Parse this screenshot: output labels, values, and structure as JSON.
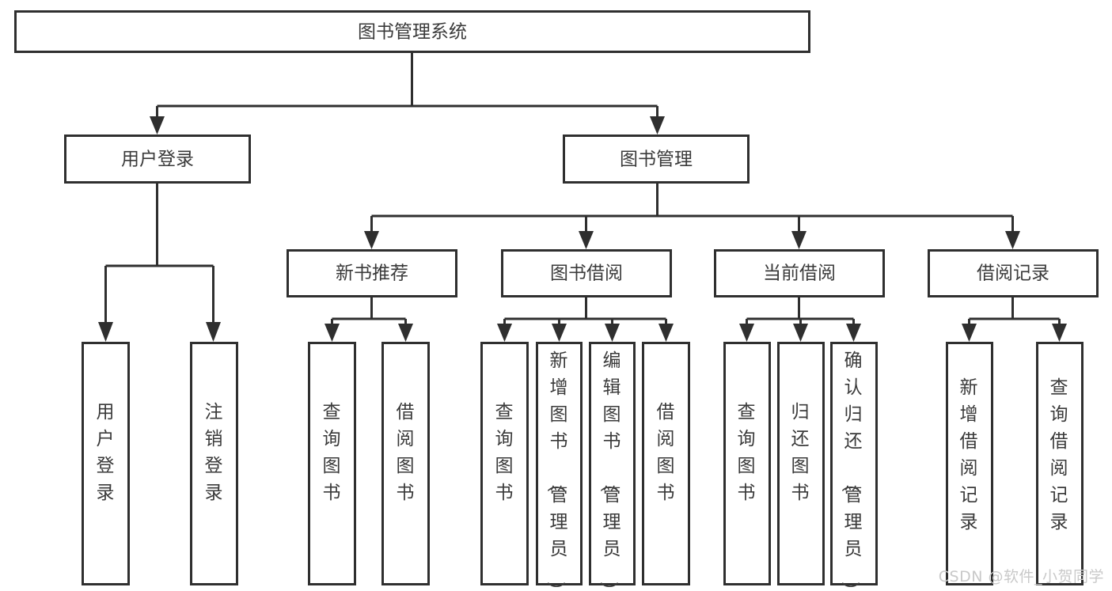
{
  "diagram": {
    "title": "图书管理系统",
    "type": "tree",
    "watermark": "CSDN @软件_小贺同学",
    "nodes": {
      "root": {
        "label": "图书管理系统"
      },
      "level2": [
        {
          "id": "user-login",
          "label": "用户登录"
        },
        {
          "id": "book-manage",
          "label": "图书管理"
        }
      ],
      "level3": [
        {
          "id": "new-book-recommend",
          "label": "新书推荐"
        },
        {
          "id": "book-borrow",
          "label": "图书借阅"
        },
        {
          "id": "current-borrow",
          "label": "当前借阅"
        },
        {
          "id": "borrow-record",
          "label": "借阅记录"
        }
      ],
      "leaves": {
        "user-login": [
          {
            "id": "leaf-user-login",
            "label": "用户登录"
          },
          {
            "id": "leaf-logout-login",
            "label": "注销登录"
          }
        ],
        "new-book-recommend": [
          {
            "id": "leaf-query-book-1",
            "label": "查询图书"
          },
          {
            "id": "leaf-borrow-book-1",
            "label": "借阅图书"
          }
        ],
        "book-borrow": [
          {
            "id": "leaf-query-book-2",
            "label": "查询图书"
          },
          {
            "id": "leaf-add-book-admin",
            "label": "新增图书（管理员）"
          },
          {
            "id": "leaf-edit-book-admin",
            "label": "编辑图书（管理员）"
          },
          {
            "id": "leaf-borrow-book-2",
            "label": "借阅图书"
          }
        ],
        "current-borrow": [
          {
            "id": "leaf-query-book-3",
            "label": "查询图书"
          },
          {
            "id": "leaf-return-book",
            "label": "归还图书"
          },
          {
            "id": "leaf-confirm-return-admin",
            "label": "确认归还（管理员）"
          }
        ],
        "borrow-record": [
          {
            "id": "leaf-add-borrow-record",
            "label": "新增借阅记录"
          },
          {
            "id": "leaf-query-borrow-record",
            "label": "查询借阅记录"
          }
        ]
      }
    },
    "colors": {
      "stroke": "#2f2f2f",
      "fill": "#ffffff",
      "text": "#3a3a3a",
      "watermark": "#c9c9c9",
      "background": "#ffffff"
    }
  }
}
